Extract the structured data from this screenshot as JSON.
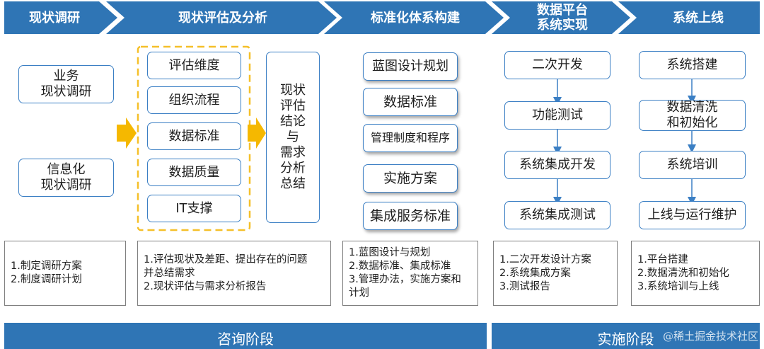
{
  "header": [
    {
      "label": "现状调研"
    },
    {
      "label": "现状评估及分析"
    },
    {
      "label": "标准化体系构建"
    },
    {
      "label": "数据平台\n系统实现"
    },
    {
      "label": "系统上线"
    }
  ],
  "col1": {
    "boxes": [
      "业务\n现状调研",
      "信息化\n现状调研"
    ]
  },
  "col2": {
    "items": [
      "评估维度",
      "组织流程",
      "数据标准",
      "数据质量",
      "IT支撑"
    ],
    "conclusion": "现状\n评估\n结论\n与\n需求\n分析\n总结"
  },
  "col3": {
    "items": [
      "蓝图设计规划",
      "数据标准",
      "管理制度和程序",
      "实施方案",
      "集成服务标准"
    ]
  },
  "col4": {
    "items": [
      "二次开发",
      "功能测试",
      "系统集成开发",
      "系统集成测试"
    ]
  },
  "col5": {
    "items": [
      "系统搭建",
      "数据清洗\n和初始化",
      "系统培训",
      "上线与运行维护"
    ]
  },
  "info": [
    {
      "lines": [
        "1.制定调研方案",
        "2.制度调研计划"
      ]
    },
    {
      "lines": [
        "1.评估现状及差距、提出存在的问题",
        "并总结需求",
        "2.现状评估与需求分析报告"
      ]
    },
    {
      "lines": [
        "1.蓝图设计与规划",
        "2.数据标准、集成标准",
        "3.管理办法，实施方案和",
        "计划"
      ]
    },
    {
      "lines": [
        "1.二次开发设计方案",
        "2.系统集成方案",
        "3.测试报告"
      ]
    },
    {
      "lines": [
        "1.平台搭建",
        "2.数据清洗和初始化",
        "3.系统培训与上线"
      ]
    }
  ],
  "phases": {
    "consult": "咨询阶段",
    "implement": "实施阶段"
  },
  "watermark": "@稀土掘金技术社区",
  "colors": {
    "header_blue": "#2f75b5",
    "box_border": "#3b7fc4",
    "arrow_yellow": "#f5b800",
    "dash_yellow": "#f5c02a"
  }
}
